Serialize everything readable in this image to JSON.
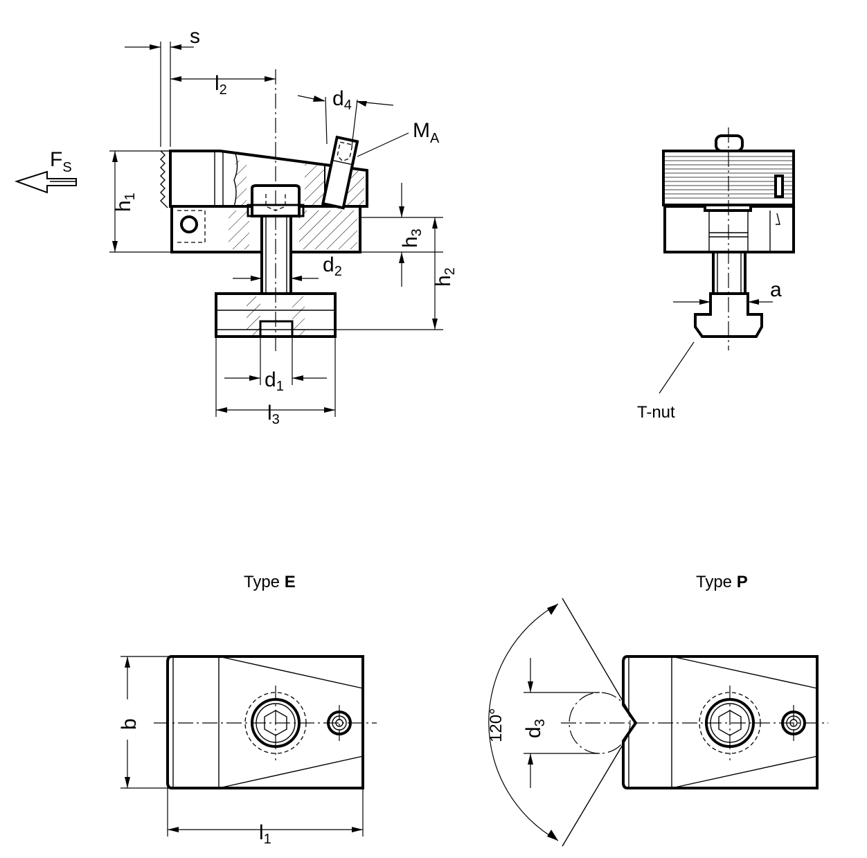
{
  "labels": {
    "s": "s",
    "l2": "l",
    "l2_sub": "2",
    "d4": "d",
    "d4_sub": "4",
    "ma": "M",
    "ma_sub": "A",
    "fs": "F",
    "fs_sub": "S",
    "h1": "h",
    "h1_sub": "1",
    "h3": "h",
    "h3_sub": "3",
    "h2": "h",
    "h2_sub": "2",
    "d2": "d",
    "d2_sub": "2",
    "d1": "d",
    "d1_sub": "1",
    "l3": "l",
    "l3_sub": "3",
    "a": "a",
    "tnut": "T-nut",
    "b": "b",
    "l1": "l",
    "l1_sub": "1",
    "d3": "d",
    "d3_sub": "3",
    "angle": "120°"
  },
  "captions": {
    "type_e_prefix": "Type ",
    "type_e_letter": "E",
    "type_p_prefix": "Type ",
    "type_p_letter": "P"
  }
}
